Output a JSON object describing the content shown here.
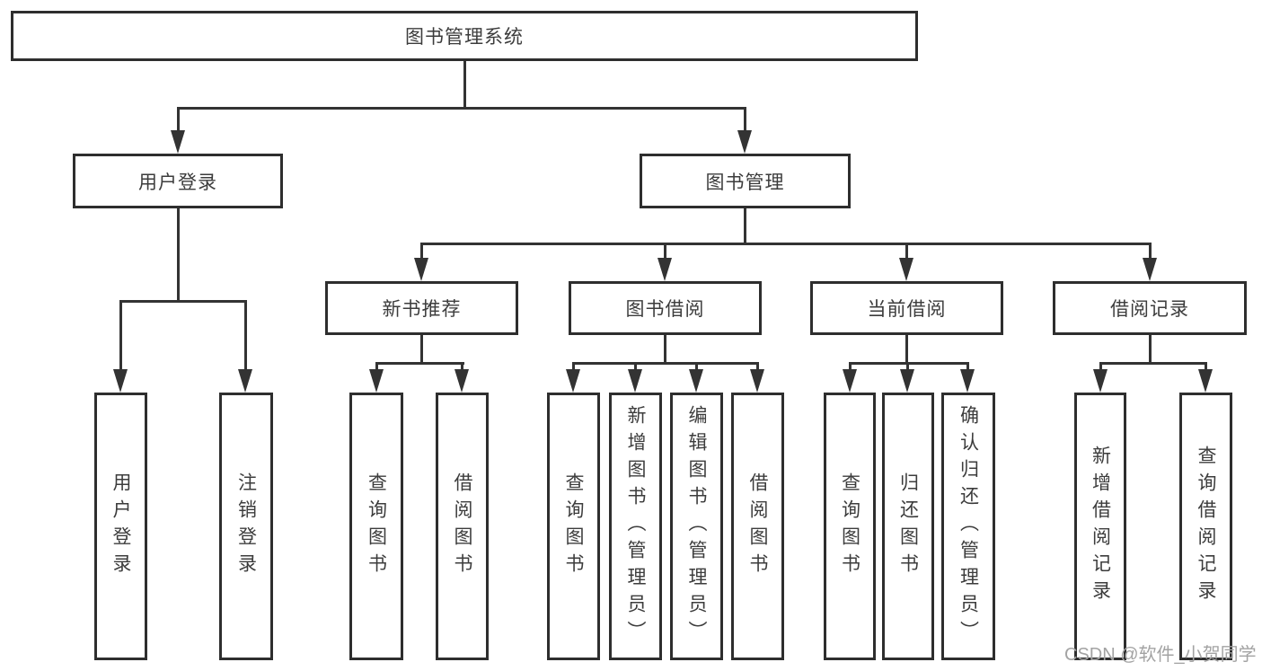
{
  "diagram": {
    "root": {
      "label": "图书管理系统"
    },
    "user_login": {
      "label": "用户登录",
      "children": [
        {
          "label": "用户登录"
        },
        {
          "label": "注销登录"
        }
      ]
    },
    "book_mgmt": {
      "label": "图书管理",
      "children": [
        {
          "label": "新书推荐",
          "children": [
            {
              "label": "查询图书"
            },
            {
              "label": "借阅图书"
            }
          ]
        },
        {
          "label": "图书借阅",
          "children": [
            {
              "label": "查询图书"
            },
            {
              "label": "新增图书（管理员）"
            },
            {
              "label": "编辑图书（管理员）"
            },
            {
              "label": "借阅图书"
            }
          ]
        },
        {
          "label": "当前借阅",
          "children": [
            {
              "label": "查询图书"
            },
            {
              "label": "归还图书"
            },
            {
              "label": "确认归还（管理员）"
            }
          ]
        },
        {
          "label": "借阅记录",
          "children": [
            {
              "label": "新增借阅记录"
            },
            {
              "label": "查询借阅记录"
            }
          ]
        }
      ]
    },
    "watermark": {
      "label": "CSDN @软件_小贺同学"
    },
    "colors": {
      "line": "#333333",
      "box_border": "#2e2e2e",
      "box_fill": "#ffffff",
      "text": "#3c3c3c",
      "watermark": "#a3a3a3"
    }
  }
}
